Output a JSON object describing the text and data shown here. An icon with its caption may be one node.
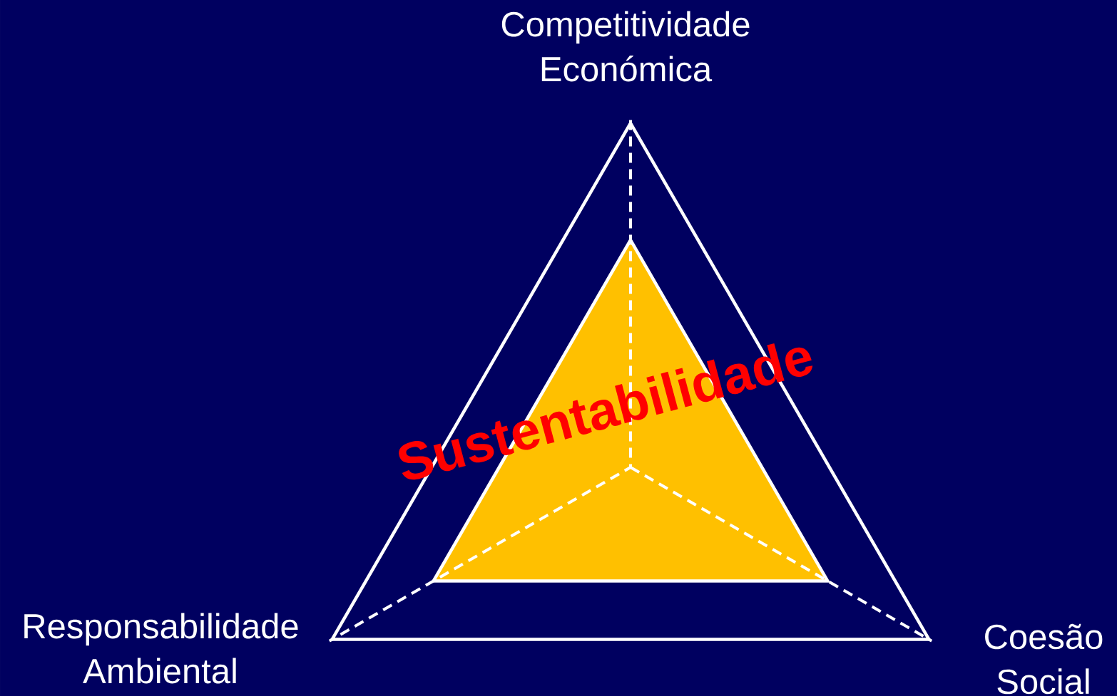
{
  "diagram": {
    "nodes": [
      {
        "text": [],
        "shape": "triangle"
      },
      {
        "text": [
          "Sustentabilidade"
        ],
        "in": 0
      }
    ],
    "labels": [
      "Competitividade Económica",
      "Responsabilidade Ambiental",
      "Coesão Social"
    ]
  }
}
